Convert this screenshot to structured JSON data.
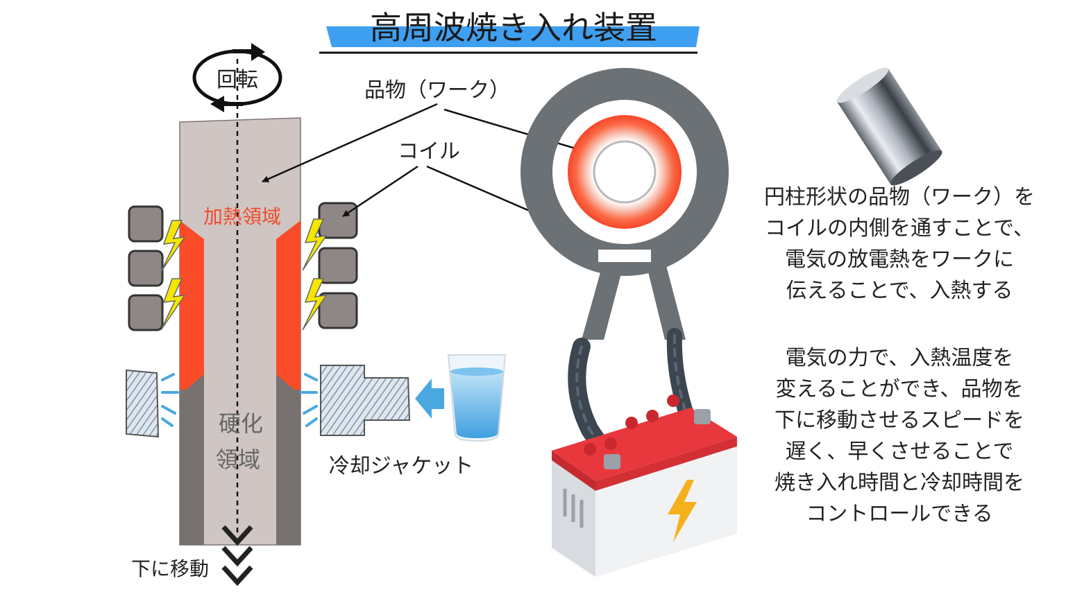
{
  "title": "高周波焼き入れ装置",
  "labels": {
    "rotation": "回転",
    "work": "品物（ワーク）",
    "coil": "コイル",
    "heating_zone": "加熱領域",
    "hardened_zone_line1": "硬化",
    "hardened_zone_line2": "領域",
    "cooling_jacket": "冷却ジャケット",
    "move_down": "下に移動"
  },
  "description": {
    "para1": [
      "円柱形状の品物（ワーク）を",
      "コイルの内側を通すことで、",
      "電気の放電熱をワークに",
      "伝えることで、入熱する"
    ],
    "para2": [
      "電気の力で、入熱温度を",
      "変えることができ、品物を",
      "下に移動させるスピードを",
      "遅く、早くさせることで",
      "焼き入れ時間と冷却時間を",
      "コントロールできる"
    ]
  },
  "colors": {
    "accent_blue": "#3f9ff0",
    "heat_red": "#fb4c2a",
    "coil_gray": "#6b7175",
    "work_body": "#cfc5c2",
    "bolt_yellow": "#f5e600",
    "battery_red": "#e8383d",
    "water_blue": "#4aa8e0"
  },
  "icons": [
    "rotation-arrows-icon",
    "lightning-bolt-icon",
    "water-splash-icon",
    "water-glass-icon",
    "battery-icon",
    "metal-cylinder-icon",
    "down-chevron-icon"
  ]
}
